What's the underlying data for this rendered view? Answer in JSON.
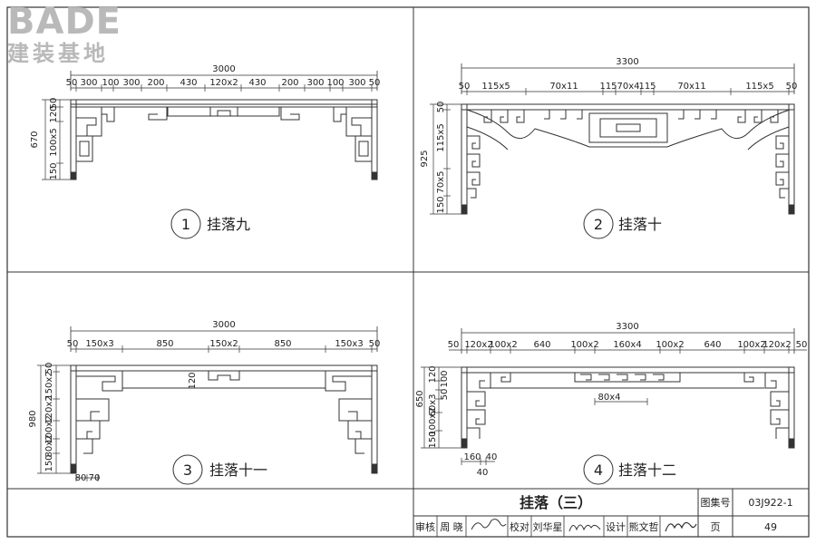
{
  "watermark": {
    "brand": "BADE",
    "tagline": "建装基地"
  },
  "panels": [
    {
      "number": "1",
      "name": "挂落九",
      "overall": "3000",
      "top_dims": [
        "50",
        "300",
        "100",
        "300",
        "200",
        "430",
        "120x2",
        "430",
        "200",
        "300",
        "100",
        "300",
        "50"
      ],
      "left_overall": "670",
      "left_dims": [
        "50",
        "120",
        "100x5",
        "150"
      ]
    },
    {
      "number": "2",
      "name": "挂落十",
      "overall": "3300",
      "top_dims": [
        "50",
        "115x5",
        "70x11",
        "115",
        "70x4",
        "115",
        "70x11",
        "115x5",
        "50"
      ],
      "left_overall": "925",
      "left_dims": [
        "50",
        "115x5",
        "70x5",
        "150"
      ]
    },
    {
      "number": "3",
      "name": "挂落十一",
      "overall": "3000",
      "top_dims": [
        "50",
        "150x3",
        "850",
        "150x2",
        "850",
        "150x3",
        "50"
      ],
      "left_overall": "980",
      "left_dims": [
        "50",
        "150x2",
        "120x2",
        "100x2",
        "80x2",
        "150"
      ],
      "inner_dim": "120",
      "bottom_dims": [
        "80",
        "70"
      ]
    },
    {
      "number": "4",
      "name": "挂落十二",
      "overall": "3300",
      "top_dims": [
        "50",
        "120x2",
        "100x2",
        "640",
        "100x2",
        "160x4",
        "100x2",
        "640",
        "100x2",
        "120x2",
        "50"
      ],
      "left_overall": "650",
      "left_dims": [
        "120",
        "100",
        "50",
        "60x3",
        "100x2",
        "150"
      ],
      "inner_dim": "80x4",
      "bottom_dims": [
        "160",
        "40",
        "40"
      ]
    }
  ],
  "title_block": {
    "title": "挂落（三）",
    "atlas_label": "图集号",
    "atlas_no": "03J922-1",
    "page_label": "页",
    "page_no": "49",
    "review_label": "审核",
    "review_name": "周 晓",
    "check_label": "校对",
    "check_name": "刘华星",
    "design_label": "设计",
    "design_name": "熊文哲"
  }
}
